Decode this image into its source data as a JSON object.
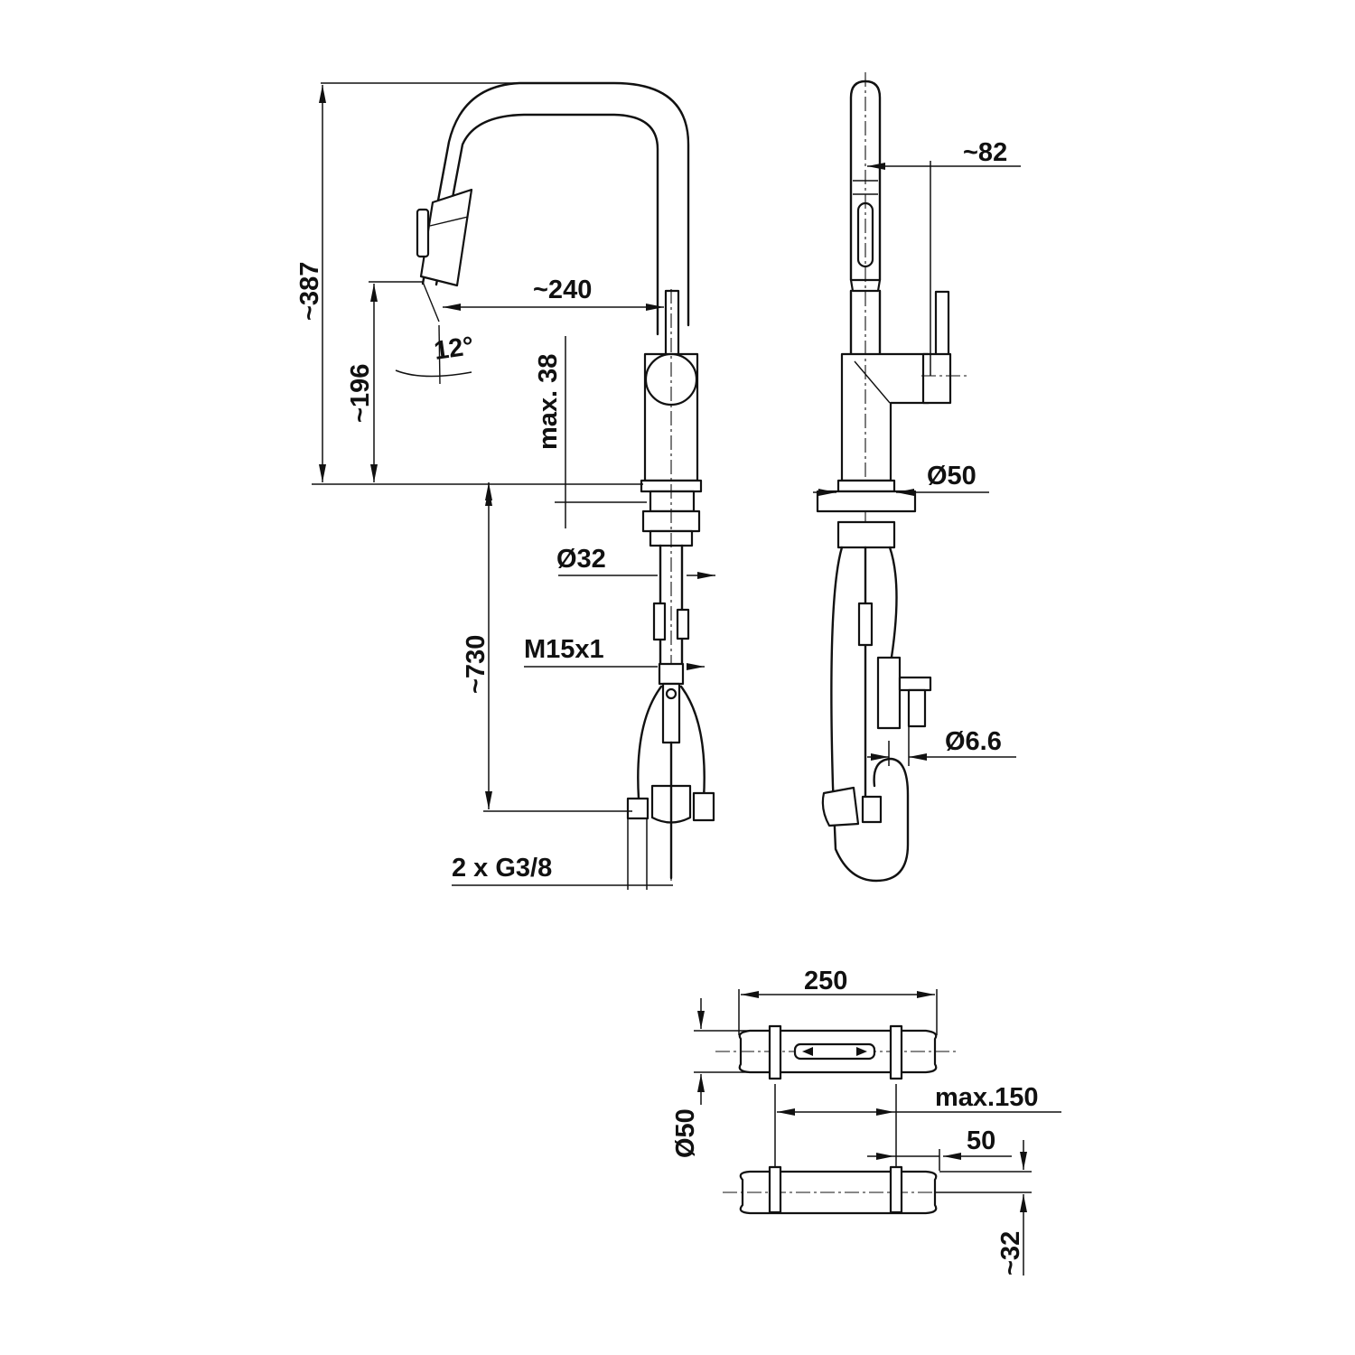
{
  "dimensions": {
    "height_total": "~387",
    "height_spout": "~196",
    "spout_reach": "~240",
    "spray_angle": "12°",
    "deck_max": "max. 38",
    "hose_length": "~730",
    "shank_dia": "Ø32",
    "thread": "M15x1",
    "connections": "2 x G3/8",
    "side_offset": "~82",
    "base_dia": "Ø50",
    "hose_dia": "Ø6.6",
    "weight_length": "250",
    "weight_dia": "Ø50",
    "weight_clip_max": "max.150",
    "weight_clip_min": "50",
    "weight_clip_height": "~32"
  }
}
